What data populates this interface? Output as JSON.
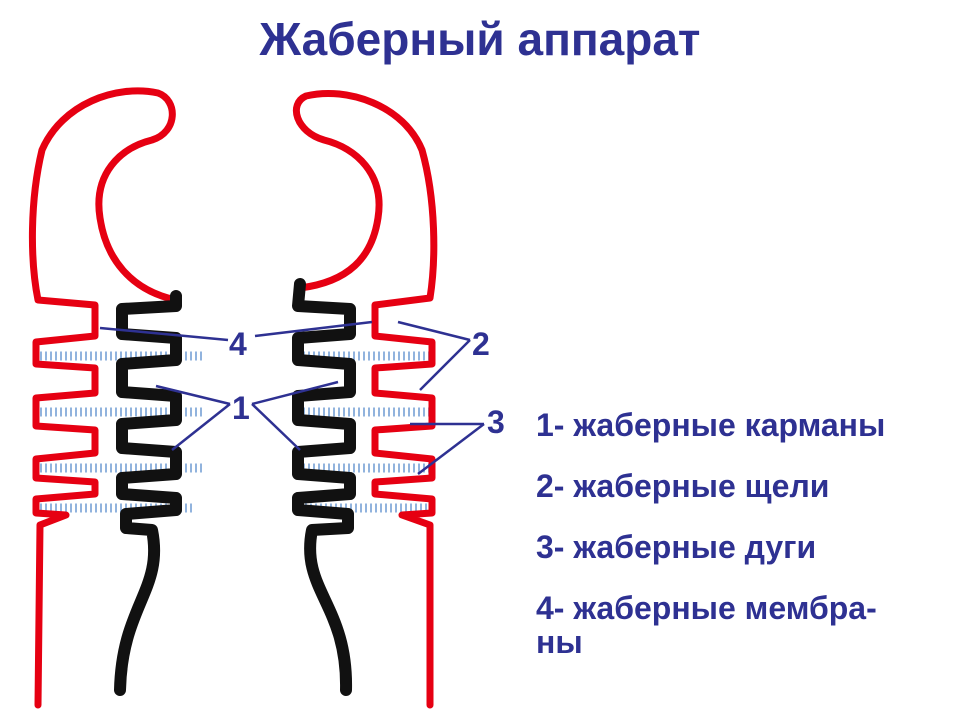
{
  "title": "Жаберный аппарат",
  "callouts": {
    "n1": "1",
    "n2": "2",
    "n3": "3",
    "n4": "4"
  },
  "legend": [
    {
      "text": "1- жаберные карманы"
    },
    {
      "text": "2- жаберные щели"
    },
    {
      "text": "3- жаберные дуги"
    },
    {
      "text": "4- жаберные мембра- ны"
    }
  ],
  "colors": {
    "title": "#2e3192",
    "ectoderm": "#e60012",
    "endoderm": "#111111",
    "arches": "#7ea6d8",
    "leader": "#2e3192"
  }
}
